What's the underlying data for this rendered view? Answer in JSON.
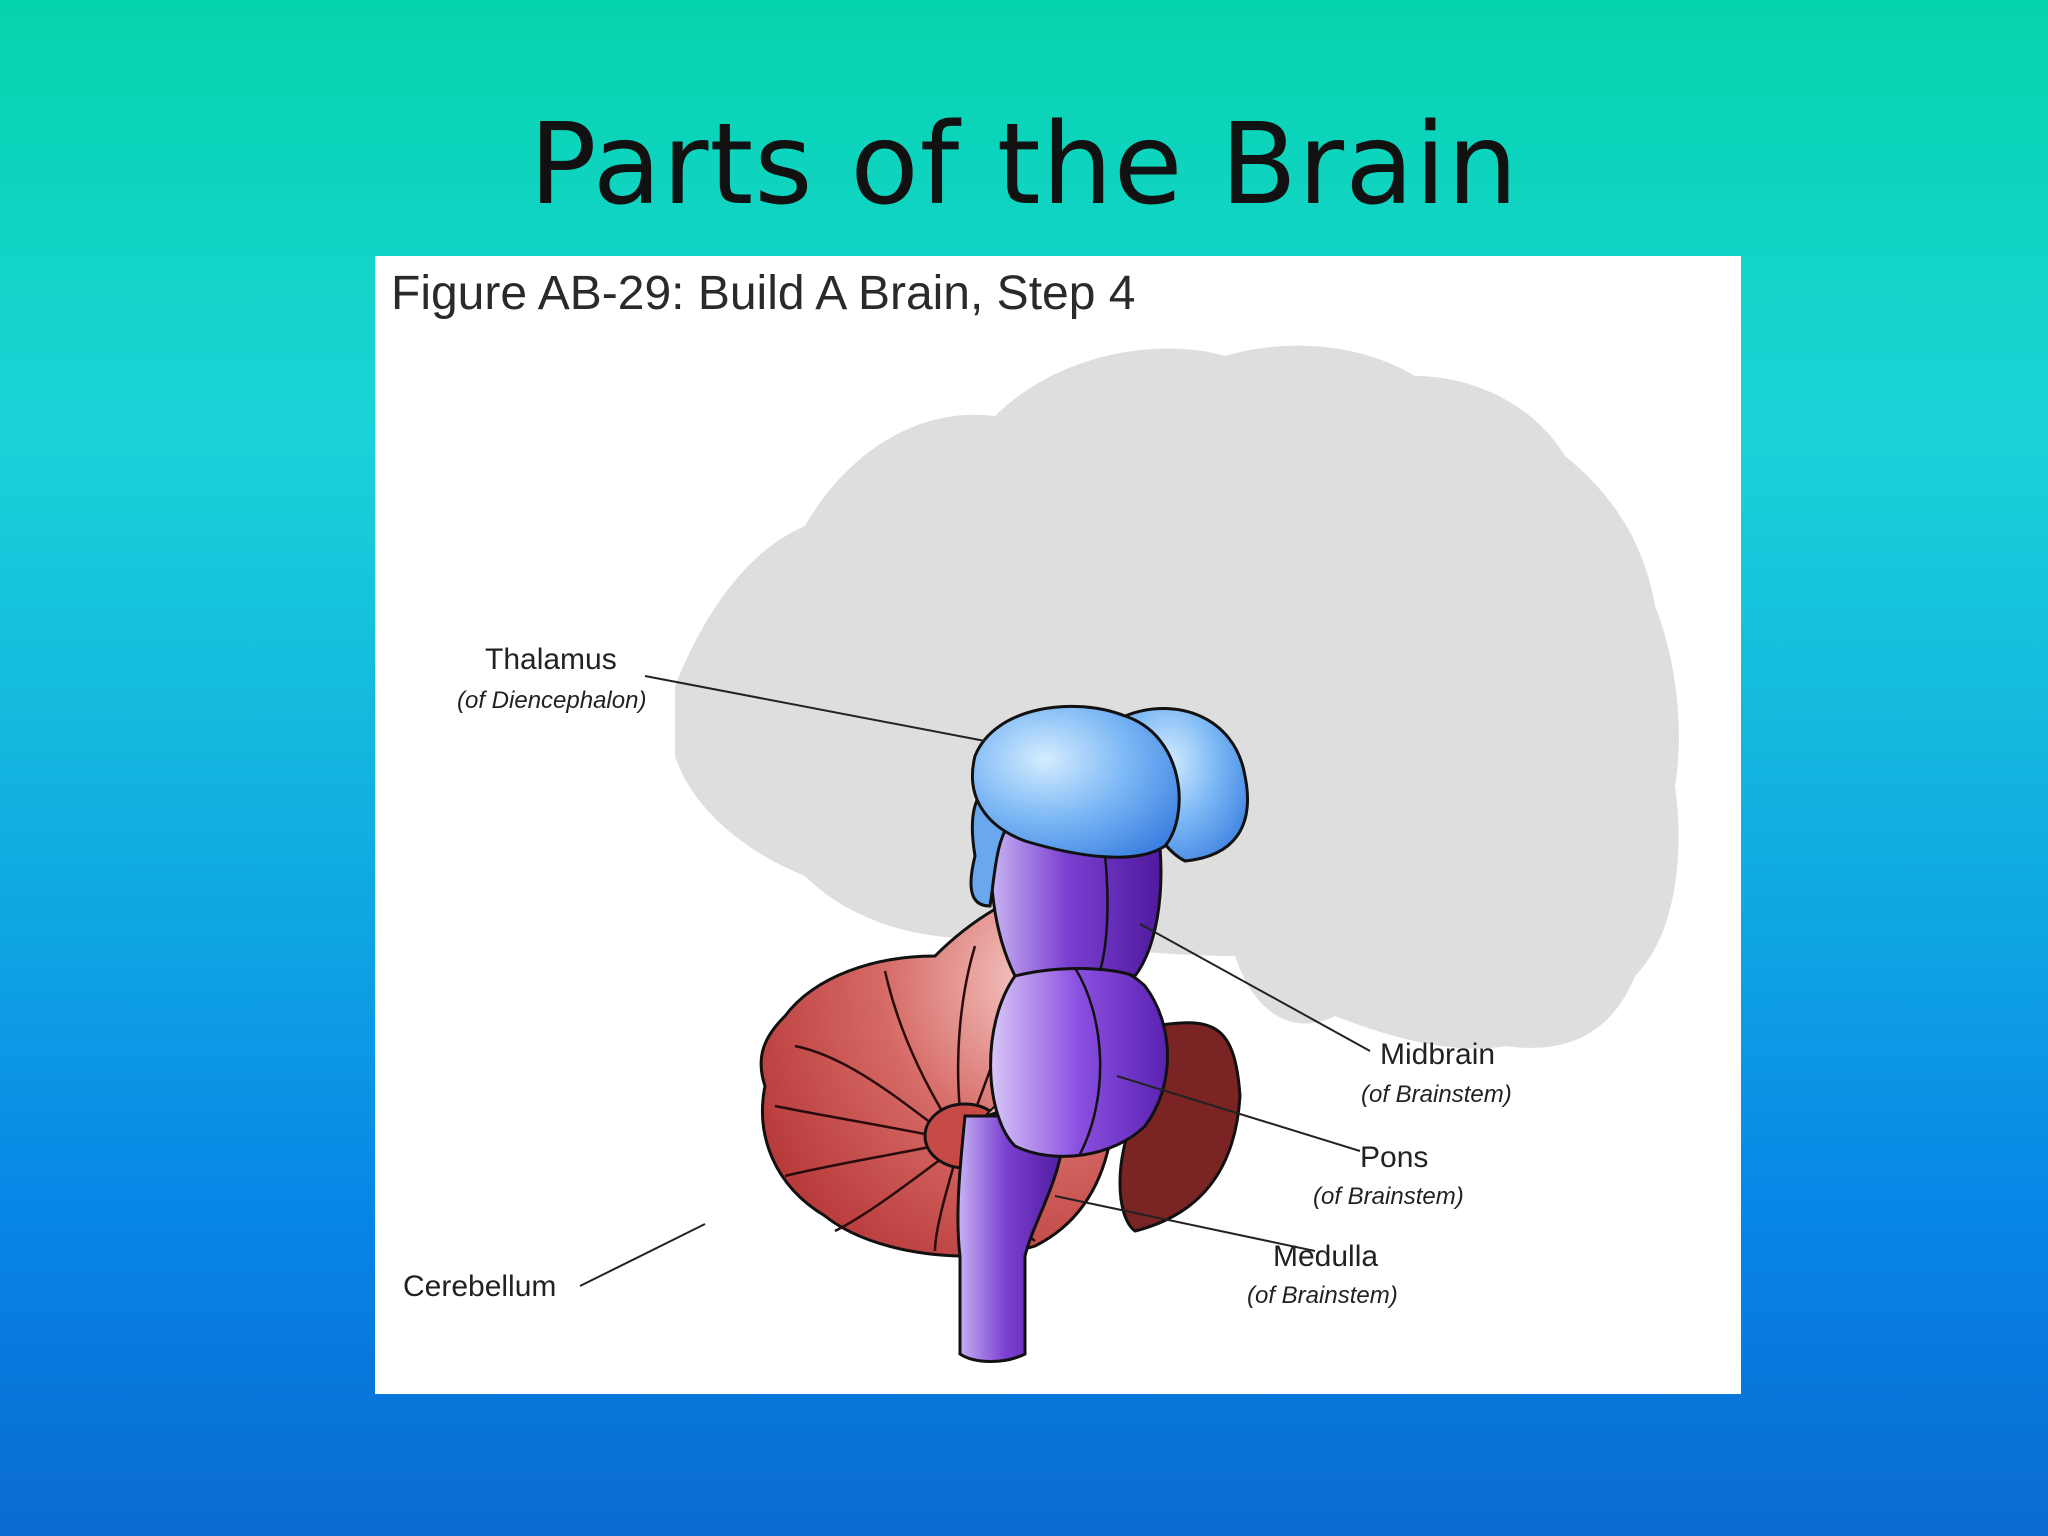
{
  "slide": {
    "title": "Parts of the Brain"
  },
  "figure": {
    "caption": "Figure AB-29: Build A Brain, Step 4",
    "labels": [
      {
        "key": "thalamus",
        "name": "Thalamus",
        "sub": "(of Diencephalon)"
      },
      {
        "key": "midbrain",
        "name": "Midbrain",
        "sub": "(of Brainstem)"
      },
      {
        "key": "pons",
        "name": "Pons",
        "sub": "(of Brainstem)"
      },
      {
        "key": "medulla",
        "name": "Medulla",
        "sub": "(of Brainstem)"
      },
      {
        "key": "cerebellum",
        "name": "Cerebellum",
        "sub": ""
      }
    ],
    "colors": {
      "cerebrum": "#dcdcdc",
      "thalamus": "#5aa0f0",
      "brainstem": "#6a2fc0",
      "cerebellum": "#c94848"
    }
  }
}
